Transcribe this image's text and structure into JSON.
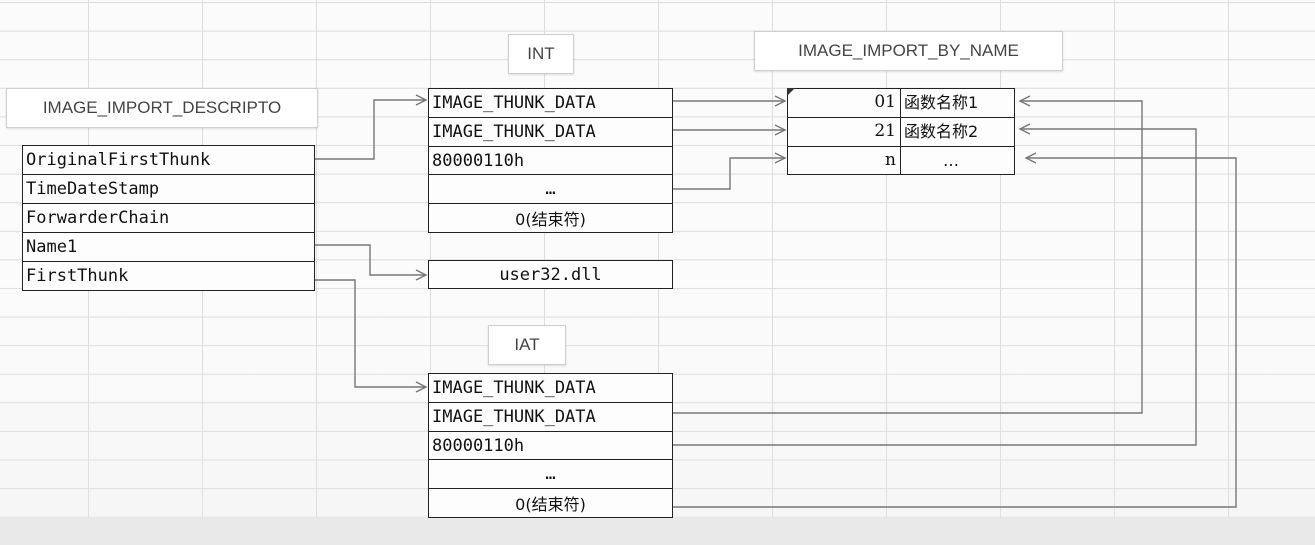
{
  "labels": {
    "descriptor": "IMAGE_IMPORT_DESCRIPTO",
    "int": "INT",
    "iat": "IAT",
    "import_by_name": "IMAGE_IMPORT_BY_NAME"
  },
  "descriptor_fields": [
    "OriginalFirstThunk",
    "TimeDateStamp",
    "ForwarderChain",
    "Name1",
    "FirstThunk"
  ],
  "int_rows": [
    "IMAGE_THUNK_DATA",
    "IMAGE_THUNK_DATA",
    "80000110h",
    "…",
    "0(结束符)"
  ],
  "dll_name": "user32.dll",
  "iat_rows": [
    "IMAGE_THUNK_DATA",
    "IMAGE_THUNK_DATA",
    "80000110h",
    "…",
    "0(结束符)"
  ],
  "import_by_name_rows": [
    {
      "hint": "01",
      "name": "函数名称1"
    },
    {
      "hint": "21",
      "name": "函数名称2"
    },
    {
      "hint": "n",
      "name": "…"
    }
  ],
  "colors": {
    "line": "#777777",
    "border": "#222222",
    "grid": "#dcdcdc"
  }
}
